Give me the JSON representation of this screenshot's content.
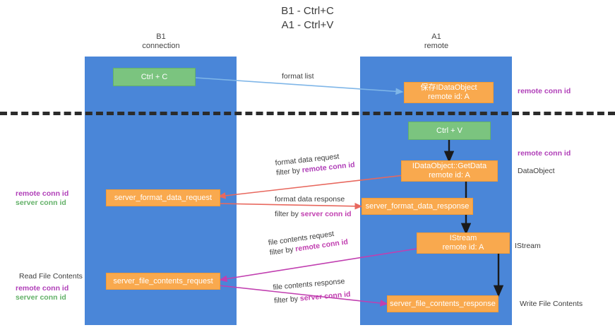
{
  "diagram": {
    "title": "B1 - Ctrl+C\nA1 - Ctrl+V",
    "columns": [
      {
        "name": "b1",
        "label": "B1\nconnection"
      },
      {
        "name": "a1",
        "label": "A1\nremote"
      }
    ],
    "colors": {
      "lane": "#4a86d8",
      "green_box": "#7bc47f",
      "orange_box": "#f9a94e",
      "purple_text": "#b03fb8",
      "green_text": "#63b168",
      "divider": "#2b2b2b",
      "arrow_blue": "#7fb6e8",
      "arrow_black": "#1a1a1a",
      "arrow_red": "#e8685e",
      "arrow_magenta": "#c13fb0"
    },
    "boxes": [
      {
        "id": "ctrl_c",
        "text": "Ctrl + C"
      },
      {
        "id": "idataobject_remote",
        "text": "保存IDataObject\nremote id: A"
      },
      {
        "id": "ctrl_v",
        "text": "Ctrl + V"
      },
      {
        "id": "getdata",
        "text": "IDataObject::GetData\nremote id: A"
      },
      {
        "id": "server_format_request",
        "text": "server_format_data_request"
      },
      {
        "id": "server_format_response",
        "text": "server_format_data_response"
      },
      {
        "id": "istream",
        "text": "IStream\nremote id: A"
      },
      {
        "id": "server_file_request",
        "text": "server_file_contents_request"
      },
      {
        "id": "server_file_response",
        "text": "server_file_contents_response"
      }
    ],
    "arrow_labels": [
      {
        "id": "format_list",
        "line1": "format list",
        "line2": "",
        "line2_hl": ""
      },
      {
        "id": "format_data_request",
        "line1": "format data request",
        "line2": "filter by ",
        "line2_hl": "remote conn id"
      },
      {
        "id": "format_data_response",
        "line1": "format data response",
        "line2": "filter by ",
        "line2_hl": "server conn id"
      },
      {
        "id": "file_contents_request",
        "line1": "file contents request",
        "line2": "filter by ",
        "line2_hl": "remote conn id"
      },
      {
        "id": "file_contents_response",
        "line1": "file contents response",
        "line2": "filter by ",
        "line2_hl": "server conn id"
      }
    ],
    "side_notes": [
      {
        "id": "right_remote_conn_top",
        "text": "remote conn id"
      },
      {
        "id": "right_remote_conn_mid",
        "text": "remote conn id"
      },
      {
        "id": "right_dataobject",
        "text": "DataObject"
      },
      {
        "id": "right_istream",
        "text": "IStream"
      },
      {
        "id": "right_write_file",
        "text": "Write File Contents"
      },
      {
        "id": "left_remote_conn",
        "text": "remote conn id"
      },
      {
        "id": "left_server_conn",
        "text": "server conn id"
      },
      {
        "id": "left_read_file",
        "text": "Read File Contents"
      },
      {
        "id": "left_remote_conn_bottom",
        "text": "remote conn id"
      },
      {
        "id": "left_server_conn_bottom",
        "text": "server conn id"
      }
    ]
  }
}
